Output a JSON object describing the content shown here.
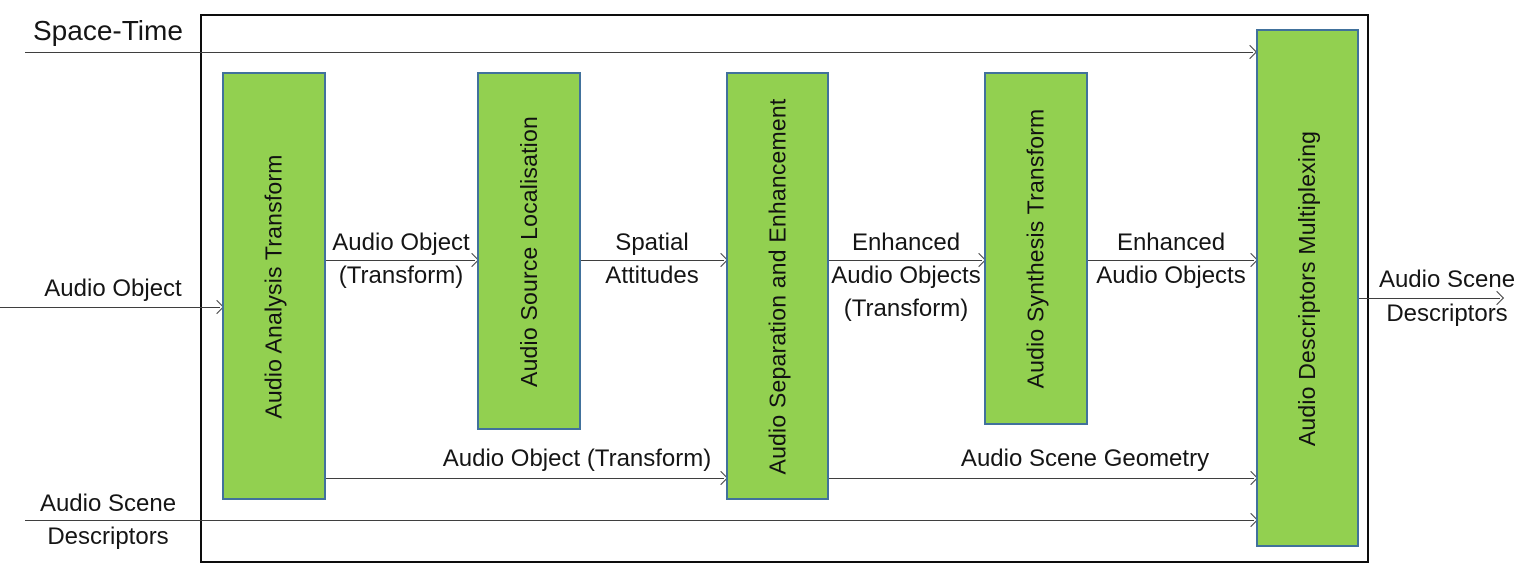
{
  "colors": {
    "block_fill": "#92D050",
    "block_border": "#41719C",
    "line_color": "#3f3f3f"
  },
  "external_labels": {
    "space_time": "Space-Time",
    "audio_object_input": "Audio Object",
    "audio_scene_descriptors_input": {
      "line1": "Audio Scene",
      "line2": "Descriptors"
    },
    "audio_scene_descriptors_output": {
      "line1": "Audio Scene",
      "line2": "Descriptors"
    }
  },
  "blocks": [
    {
      "label": "Audio Analysis Transform"
    },
    {
      "label": "Audio Source Localisation"
    },
    {
      "label": "Audio Separation and Enhancement"
    },
    {
      "label": "Audio Synthesis Transform"
    },
    {
      "label": "Audio Descriptors Multiplexing"
    }
  ],
  "signal_labels": {
    "audio_object_transform": {
      "line1": "Audio Object",
      "line2": "(Transform)"
    },
    "spatial_attitudes": {
      "line1": "Spatial",
      "line2": "Attitudes"
    },
    "enhanced_audio_objects_transform": {
      "line1": "Enhanced",
      "line2": "Audio Objects",
      "line3": "(Transform)"
    },
    "enhanced_audio_objects": {
      "line1": "Enhanced",
      "line2": "Audio Objects"
    },
    "audio_object_transform_bottom": "Audio Object (Transform)",
    "audio_scene_geometry": "Audio Scene Geometry"
  }
}
